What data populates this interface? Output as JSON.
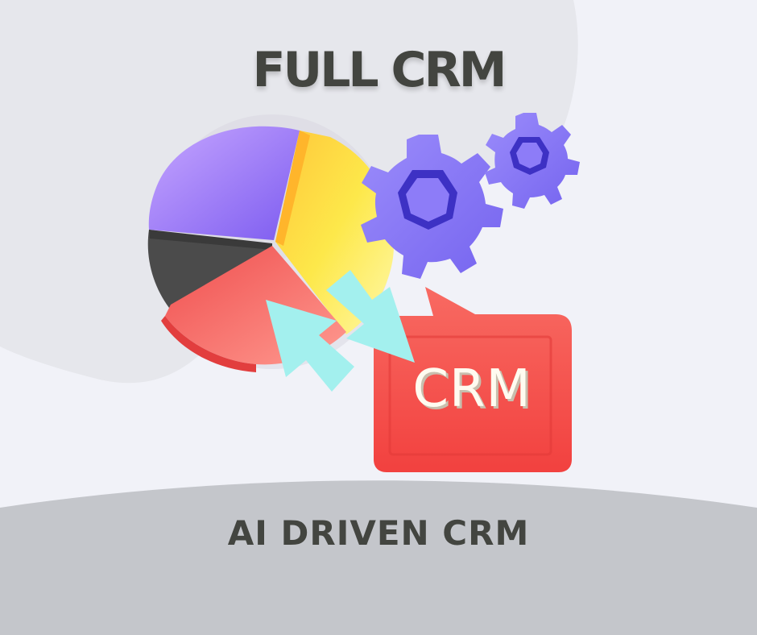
{
  "header": {
    "title": "FULL CRM"
  },
  "illustration": {
    "badge_text": "CRM",
    "elements": [
      "pie-chart",
      "gear-large",
      "gear-small",
      "sync-arrows",
      "crm-speech-badge"
    ]
  },
  "footer": {
    "subtitle": "AI DRIVEN CRM"
  },
  "colors": {
    "background": "#f1f2f8",
    "blob": "#e6e7ec",
    "footer_band": "#c4c6cb",
    "text": "#434540",
    "purple": "#8f6df5",
    "yellow": "#fbe84a",
    "dark": "#4a4a4a",
    "red": "#f2585a",
    "cyan": "#9ff0ee",
    "gear": "#8a78f5",
    "badge": "#f4504e"
  }
}
